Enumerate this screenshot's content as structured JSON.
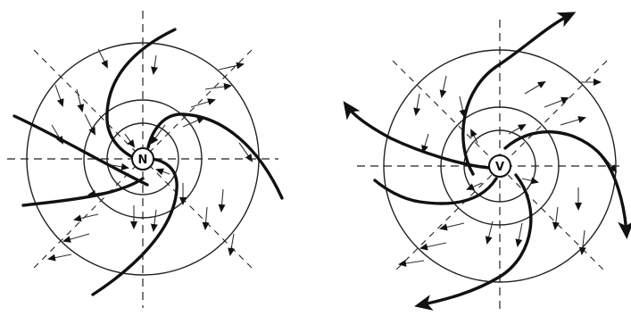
{
  "diagrams": [
    {
      "id": "left",
      "center_label": "N"
    },
    {
      "id": "right",
      "center_label": "V"
    }
  ]
}
